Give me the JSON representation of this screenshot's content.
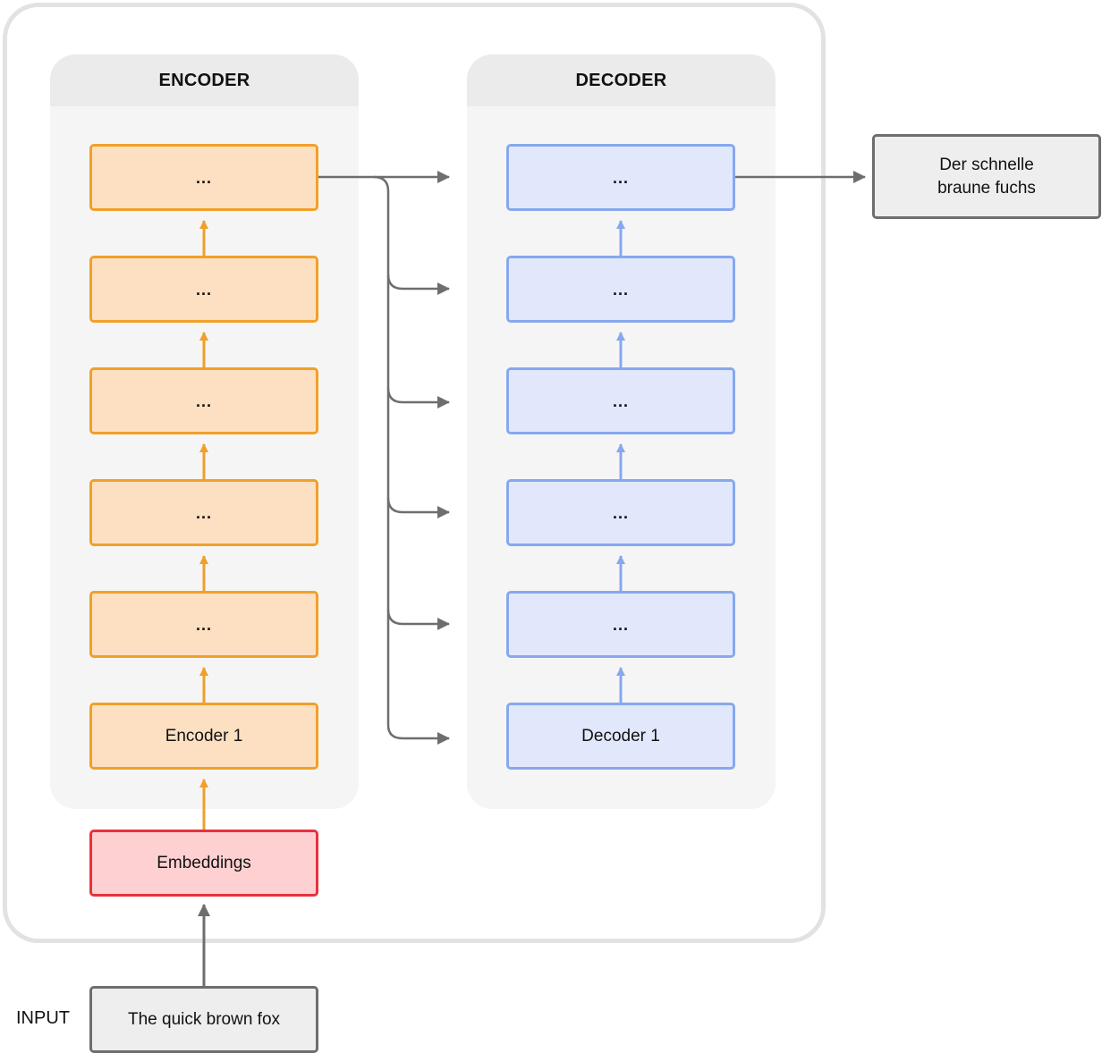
{
  "encoder": {
    "title": "ENCODER",
    "blocks": [
      "...",
      "...",
      "...",
      "...",
      "...",
      "Encoder 1"
    ]
  },
  "decoder": {
    "title": "DECODER",
    "blocks": [
      "...",
      "...",
      "...",
      "...",
      "...",
      "Decoder 1"
    ]
  },
  "embeddings": {
    "label": "Embeddings"
  },
  "input": {
    "label": "INPUT",
    "text": "The quick brown fox"
  },
  "output": {
    "text": "Der schnelle braune fuchs"
  },
  "colors": {
    "encoder_fill": "#fde0c2",
    "encoder_border": "#f0a02a",
    "decoder_fill": "#e1e8fb",
    "decoder_border": "#86a8ee",
    "embeddings_fill": "#ffd0d1",
    "embeddings_border": "#e8323c",
    "connector_grey": "#6e6e6e"
  }
}
